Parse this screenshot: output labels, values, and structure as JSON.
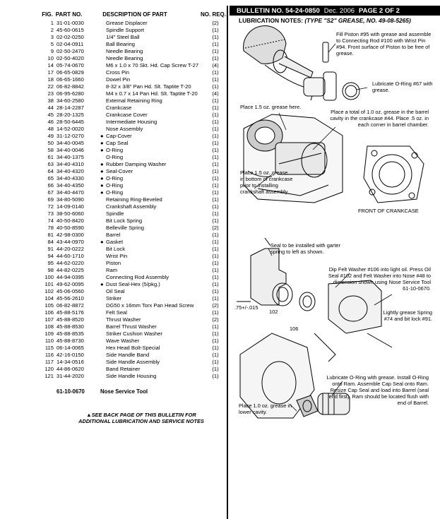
{
  "parts_list": {
    "headers": {
      "fig": "FIG.",
      "part_no": "PART NO.",
      "description": "DESCRIPTION OF PART",
      "qty": "NO. REQ."
    },
    "rows": [
      {
        "fig": "1",
        "pn": "31-01-0030",
        "dot": "",
        "desc": "Grease Displacer",
        "qty": "(2)"
      },
      {
        "fig": "2",
        "pn": "45-60-0615",
        "dot": "",
        "desc": "Spindle Support",
        "qty": "(1)"
      },
      {
        "fig": "3",
        "pn": "02-02-0250",
        "dot": "",
        "desc": "1/4\" Steel Ball",
        "qty": "(1)"
      },
      {
        "fig": "5",
        "pn": "02-04-0911",
        "dot": "",
        "desc": "Ball Bearing",
        "qty": "(1)"
      },
      {
        "fig": "9",
        "pn": "02-50-2470",
        "dot": "",
        "desc": "Needle Bearing",
        "qty": "(1)"
      },
      {
        "fig": "10",
        "pn": "02-50-4020",
        "dot": "",
        "desc": "Needle Bearing",
        "qty": "(1)"
      },
      {
        "fig": "14",
        "pn": "05-74-0670",
        "dot": "",
        "desc": "M6 x 1.0 x 70 Skt. Hd. Cap Screw T-27",
        "qty": "(4)"
      },
      {
        "fig": "17",
        "pn": "06-65-0829",
        "dot": "",
        "desc": "Cross Pin",
        "qty": "(1)"
      },
      {
        "fig": "18",
        "pn": "06-65-1660",
        "dot": "",
        "desc": "Dowel Pin",
        "qty": "(1)"
      },
      {
        "fig": "22",
        "pn": "06-82-8842",
        "dot": "",
        "desc": "8-32 x 3/8\" Pan Hd. Slt. Taptite T-20",
        "qty": "(1)"
      },
      {
        "fig": "23",
        "pn": "06-95-6280",
        "dot": "",
        "desc": "M4 x 0.7 x 14 Pan Hd. Slt. Taptite T-20",
        "qty": "(4)"
      },
      {
        "fig": "38",
        "pn": "34-60-2580",
        "dot": "",
        "desc": "External Retaining Ring",
        "qty": "(1)"
      },
      {
        "fig": "44",
        "pn": "28-14-2287",
        "dot": "",
        "desc": "Crankcase",
        "qty": "(1)"
      },
      {
        "fig": "45",
        "pn": "28-20-1325",
        "dot": "",
        "desc": "Crankcase Cover",
        "qty": "(1)"
      },
      {
        "fig": "46",
        "pn": "28-50-6445",
        "dot": "",
        "desc": "Intermediate Housing",
        "qty": "(1)"
      },
      {
        "fig": "48",
        "pn": "14-52-0020",
        "dot": "",
        "desc": "Nose Assembly",
        "qty": "(1)"
      },
      {
        "fig": "49",
        "pn": "31-12-0270",
        "dot": "●",
        "desc": "Cap-Cover",
        "qty": "(1)"
      },
      {
        "fig": "50",
        "pn": "34-40-0045",
        "dot": "●",
        "desc": "Cap Seal",
        "qty": "(1)"
      },
      {
        "fig": "58",
        "pn": "34-40-0046",
        "dot": "●",
        "desc": "O-Ring",
        "qty": "(1)"
      },
      {
        "fig": "61",
        "pn": "34-40-1375",
        "dot": "",
        "desc": "O-Ring",
        "qty": "(1)"
      },
      {
        "fig": "63",
        "pn": "34-40-4310",
        "dot": "●",
        "desc": "Rubber Damping Washer",
        "qty": "(1)"
      },
      {
        "fig": "64",
        "pn": "34-40-4320",
        "dot": "●",
        "desc": "Seal-Cover",
        "qty": "(1)"
      },
      {
        "fig": "65",
        "pn": "34-40-4330",
        "dot": "●",
        "desc": "O-Ring",
        "qty": "(1)"
      },
      {
        "fig": "66",
        "pn": "34-40-4350",
        "dot": "●",
        "desc": "O-Ring",
        "qty": "(1)"
      },
      {
        "fig": "67",
        "pn": "34-40-4470",
        "dot": "●",
        "desc": "O-Ring",
        "qty": "(1)"
      },
      {
        "fig": "69",
        "pn": "34-80-5090",
        "dot": "",
        "desc": "Retaining Ring-Beveled",
        "qty": "(1)"
      },
      {
        "fig": "72",
        "pn": "14-09-0140",
        "dot": "",
        "desc": "Crankshaft Assembly",
        "qty": "(1)"
      },
      {
        "fig": "73",
        "pn": "38-50-6060",
        "dot": "",
        "desc": "Spindle",
        "qty": "(1)"
      },
      {
        "fig": "74",
        "pn": "40-50-8420",
        "dot": "",
        "desc": "Bit Lock Spring",
        "qty": "(1)"
      },
      {
        "fig": "78",
        "pn": "40-50-8590",
        "dot": "",
        "desc": "Belleville Spring",
        "qty": "(2)"
      },
      {
        "fig": "81",
        "pn": "42-98-0300",
        "dot": "",
        "desc": "Barrel",
        "qty": "(1)"
      },
      {
        "fig": "84",
        "pn": "43-44-0970",
        "dot": "●",
        "desc": "Gasket",
        "qty": "(1)"
      },
      {
        "fig": "91",
        "pn": "44-20-0222",
        "dot": "",
        "desc": "Bit Lock",
        "qty": "(1)"
      },
      {
        "fig": "94",
        "pn": "44-60-1710",
        "dot": "",
        "desc": "Wrist Pin",
        "qty": "(1)"
      },
      {
        "fig": "95",
        "pn": "44-62-0220",
        "dot": "",
        "desc": "Piston",
        "qty": "(1)"
      },
      {
        "fig": "98",
        "pn": "44-82-0225",
        "dot": "",
        "desc": "Ram",
        "qty": "(1)"
      },
      {
        "fig": "100",
        "pn": "44-94-0395",
        "dot": "",
        "desc": "Connecting Rod Assembly",
        "qty": "(1)"
      },
      {
        "fig": "101",
        "pn": "49-62-0095",
        "dot": "●",
        "desc": "Dust Seal-Hex (5/pkg.)",
        "qty": "(1)"
      },
      {
        "fig": "102",
        "pn": "45-06-0560",
        "dot": "",
        "desc": "Oil Seal",
        "qty": "(1)"
      },
      {
        "fig": "104",
        "pn": "45-56-2610",
        "dot": "",
        "desc": "Striker",
        "qty": "(1)"
      },
      {
        "fig": "105",
        "pn": "06-82-8872",
        "dot": "",
        "desc": "DG50 x 16mm Torx Pan Head Screw",
        "qty": "(2)"
      },
      {
        "fig": "106",
        "pn": "45-88-5176",
        "dot": "",
        "desc": "Felt Seal",
        "qty": "(1)"
      },
      {
        "fig": "107",
        "pn": "45-88-8520",
        "dot": "",
        "desc": "Thrust Washer",
        "qty": "(2)"
      },
      {
        "fig": "108",
        "pn": "45-88-8530",
        "dot": "",
        "desc": "Barrel Thrust Washer",
        "qty": "(1)"
      },
      {
        "fig": "109",
        "pn": "45-88-8535",
        "dot": "",
        "desc": "Striker Cushion Washer",
        "qty": "(1)"
      },
      {
        "fig": "110",
        "pn": "45-88-8730",
        "dot": "",
        "desc": "Wave Washer",
        "qty": "(1)"
      },
      {
        "fig": "115",
        "pn": "06-14-0065",
        "dot": "",
        "desc": "Hex Head Bolt-Special",
        "qty": "(1)"
      },
      {
        "fig": "116",
        "pn": "42-16-0150",
        "dot": "",
        "desc": "Side Handle Band",
        "qty": "(1)"
      },
      {
        "fig": "117",
        "pn": "14-34-0516",
        "dot": "",
        "desc": "Side Handle Assembly",
        "qty": "(1)"
      },
      {
        "fig": "120",
        "pn": "44-86-0620",
        "dot": "",
        "desc": "Band Retainer",
        "qty": "(1)"
      },
      {
        "fig": "121",
        "pn": "31-44-2020",
        "dot": "",
        "desc": "Side Handle Housing",
        "qty": "(1)"
      }
    ],
    "tool": {
      "pn": "61-10-0670",
      "desc": "Nose Service Tool"
    },
    "back_note": "▲SEE BACK PAGE OF THIS BULLETIN FOR ADDITIONAL LUBRICATION AND SERVICE NOTES"
  },
  "bulletin": {
    "number": "BULLETIN NO. 54-24-0850",
    "date": "Dec. 2006",
    "page": "PAGE 2 OF 2",
    "lube_heading": "LUBRICATION NOTES:",
    "lube_type": "(TYPE \"S2\" GREASE, NO. 49-08-5265)"
  },
  "notes": {
    "n1": "Fill Piston #95 with grease and assemble to Connecting Rod #100 with Wrist Pin #94. Front surface of Piston to be free of grease.",
    "n2": "Lubricate O-Ring #67 with grease.",
    "n3": "Place 1.5 oz. grease here.",
    "n4": "Place a total of 1.0 oz. grease in the barrel cavity in the crankcase #44. Place .5 oz. in each corner in barrel chamber.",
    "n5": "Place 1.5 oz. grease in bottom of crankcase prior to installing crankshaft assembly.",
    "n6": "FRONT OF CRANKCASE",
    "n7": "Seal to be installed with garter spring to left as shown.",
    "n8": "Dip Felt Washer #106 into light oil. Press Oil Seal #102 and Felt Washer into Nose #48 to dimension shown using Nose Service Tool 61-10-0670.",
    "n9": "Lightly grease Spring #74 and bit lock #91.",
    "n10": "Lubricate O-Ring with grease. Install O-Ring onto Ram. Assemble Cap Seal onto Ram. Resize Cap Seal and load into Barrel (seal end first). Ram should be located flush with end of Barrel.",
    "n11": "Place 1.0 oz. grease in lower cavity.",
    "dim": ".75+/-.015",
    "lbl102": "102",
    "lbl106": "106"
  }
}
